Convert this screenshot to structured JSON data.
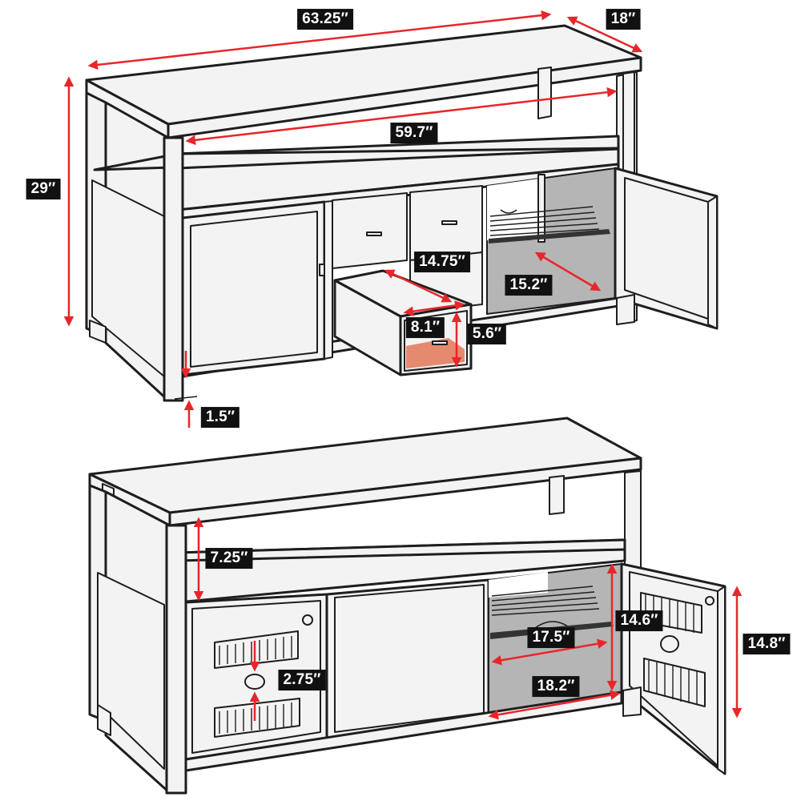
{
  "dimensions": {
    "top_width": "63.25″",
    "top_depth": "18″",
    "height": "29″",
    "inner_width": "59.7″",
    "drawer_depth": "14.75″",
    "drawer_width": "8.1″",
    "drawer_height": "5.6″",
    "cabinet_depth": "15.2″",
    "leg_clearance": "1.5″",
    "shelf_height": "7.25″",
    "cable_hole": "2.75″",
    "cabinet_inner_width": "17.5″",
    "cabinet_height": "14.6″",
    "cabinet_outer_width": "18.2″",
    "door_height": "14.8″"
  },
  "colors": {
    "dimension_line": "#e8262a",
    "label_background": "#111111",
    "label_text": "#ffffff",
    "drawer_interior": "#e58a6e",
    "cabinet_interior": "#b5b5b5"
  }
}
